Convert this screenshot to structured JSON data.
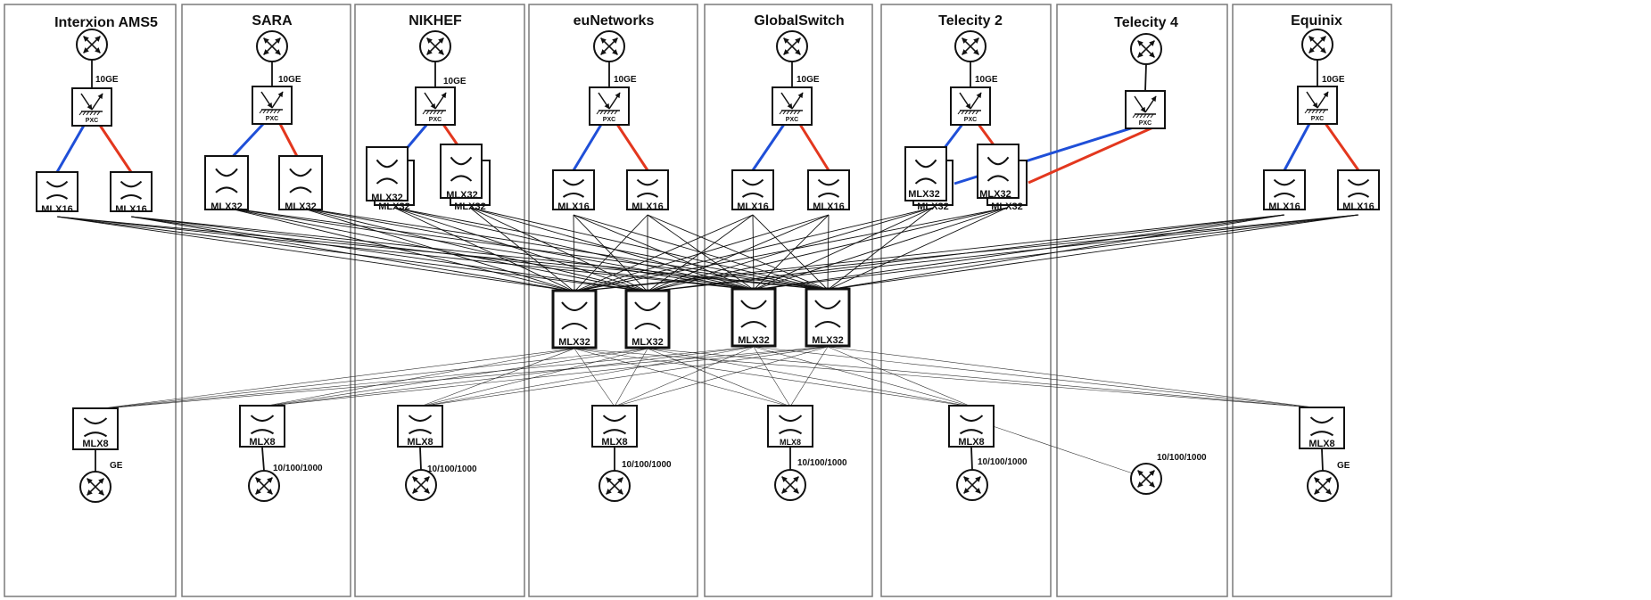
{
  "diagram": {
    "sites": [
      {
        "name": "Interxion AMS5",
        "core_model": "MLX16",
        "edge_model": "MLX8",
        "uplink_label": "10GE",
        "access_label": "GE"
      },
      {
        "name": "SARA",
        "core_model": "MLX32",
        "edge_model": "MLX8",
        "uplink_label": "10GE",
        "access_label": "10/100/1000"
      },
      {
        "name": "NIKHEF",
        "core_model": "MLX32",
        "edge_model": "MLX8",
        "uplink_label": "10GE",
        "access_label": "10/100/1000"
      },
      {
        "name": "euNetworks",
        "core_model": "MLX16",
        "edge_model": "MLX8",
        "uplink_label": "10GE",
        "access_label": "10/100/1000"
      },
      {
        "name": "GlobalSwitch",
        "core_model": "MLX16",
        "edge_model": "MLX8",
        "uplink_label": "10GE",
        "access_label": "10/100/1000"
      },
      {
        "name": "Telecity 2",
        "core_model": "MLX32",
        "edge_model": "MLX8",
        "uplink_label": "10GE",
        "access_label": "10/100/1000"
      },
      {
        "name": "Telecity 4",
        "core_model": "",
        "edge_model": "",
        "uplink_label": "",
        "access_label": "10/100/1000"
      },
      {
        "name": "Equinix",
        "core_model": "MLX16",
        "edge_model": "MLX8",
        "uplink_label": "10GE",
        "access_label": "GE"
      }
    ],
    "backbone_model": "MLX32",
    "pxc_label": "PXC",
    "colors": {
      "path_a": "#1f4fd8",
      "path_b": "#e3371e",
      "ink": "#111111",
      "site_border": "#7a7a7a"
    }
  }
}
